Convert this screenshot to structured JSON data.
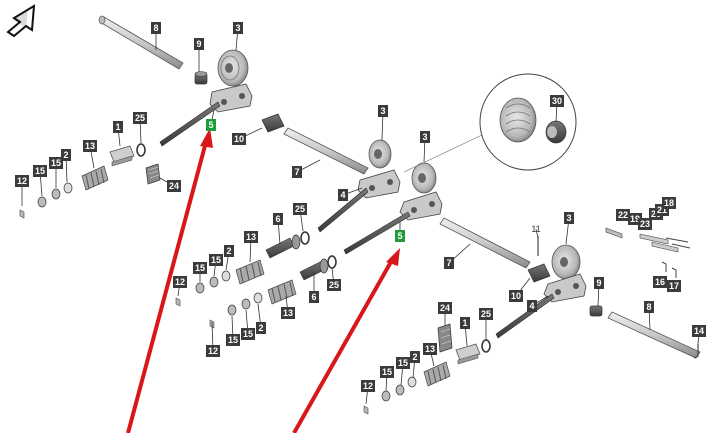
{
  "diagram": {
    "type": "exploded-parts-diagram",
    "colors": {
      "callout_bg": "#3b3b3b",
      "callout_highlight": "#1f9d3a",
      "callout_text": "#ffffff",
      "part_fill": "#d4d4d4",
      "part_stroke": "#555555",
      "arrow": "#d81818"
    },
    "icons": [
      "orientation-arrow-icon"
    ],
    "callouts": [
      {
        "id": "c8a",
        "label": "8"
      },
      {
        "id": "c9a",
        "label": "9"
      },
      {
        "id": "c3a",
        "label": "3"
      },
      {
        "id": "c5a",
        "label": "5",
        "highlight": true
      },
      {
        "id": "c1a",
        "label": "1"
      },
      {
        "id": "c25a",
        "label": "25"
      },
      {
        "id": "c13a",
        "label": "13"
      },
      {
        "id": "c2a",
        "label": "2"
      },
      {
        "id": "c15a",
        "label": "15"
      },
      {
        "id": "c15b",
        "label": "15"
      },
      {
        "id": "c12a",
        "label": "12"
      },
      {
        "id": "c24a",
        "label": "24"
      },
      {
        "id": "c10a",
        "label": "10"
      },
      {
        "id": "c7a",
        "label": "7"
      },
      {
        "id": "c3b",
        "label": "3"
      },
      {
        "id": "c3c",
        "label": "3"
      },
      {
        "id": "c4a",
        "label": "4"
      },
      {
        "id": "c30",
        "label": "30"
      },
      {
        "id": "c5b",
        "label": "5",
        "highlight": true
      },
      {
        "id": "c6a",
        "label": "6"
      },
      {
        "id": "c25b",
        "label": "25"
      },
      {
        "id": "c13b",
        "label": "13"
      },
      {
        "id": "c2b",
        "label": "2"
      },
      {
        "id": "c15c",
        "label": "15"
      },
      {
        "id": "c15d",
        "label": "15"
      },
      {
        "id": "c12b",
        "label": "12"
      },
      {
        "id": "c6b",
        "label": "6"
      },
      {
        "id": "c25c",
        "label": "25"
      },
      {
        "id": "c13c",
        "label": "13"
      },
      {
        "id": "c2c",
        "label": "2"
      },
      {
        "id": "c15e",
        "label": "15"
      },
      {
        "id": "c15f",
        "label": "15"
      },
      {
        "id": "c12c",
        "label": "12"
      },
      {
        "id": "c7b",
        "label": "7"
      },
      {
        "id": "c11",
        "label": "11",
        "plain": true
      },
      {
        "id": "c3d",
        "label": "3"
      },
      {
        "id": "c10b",
        "label": "10"
      },
      {
        "id": "c4b",
        "label": "4"
      },
      {
        "id": "c9b",
        "label": "9"
      },
      {
        "id": "c8b",
        "label": "8"
      },
      {
        "id": "c14",
        "label": "14"
      },
      {
        "id": "c22",
        "label": "22"
      },
      {
        "id": "c19",
        "label": "19"
      },
      {
        "id": "c23",
        "label": "23"
      },
      {
        "id": "c20",
        "label": "20"
      },
      {
        "id": "c21",
        "label": "21"
      },
      {
        "id": "c18",
        "label": "18"
      },
      {
        "id": "c16",
        "label": "16"
      },
      {
        "id": "c17",
        "label": "17"
      },
      {
        "id": "c24b",
        "label": "24"
      },
      {
        "id": "c1b",
        "label": "1"
      },
      {
        "id": "c25d",
        "label": "25"
      },
      {
        "id": "c13d",
        "label": "13"
      },
      {
        "id": "c2d",
        "label": "2"
      },
      {
        "id": "c15g",
        "label": "15"
      },
      {
        "id": "c15h",
        "label": "15"
      },
      {
        "id": "c12d",
        "label": "12"
      }
    ]
  }
}
